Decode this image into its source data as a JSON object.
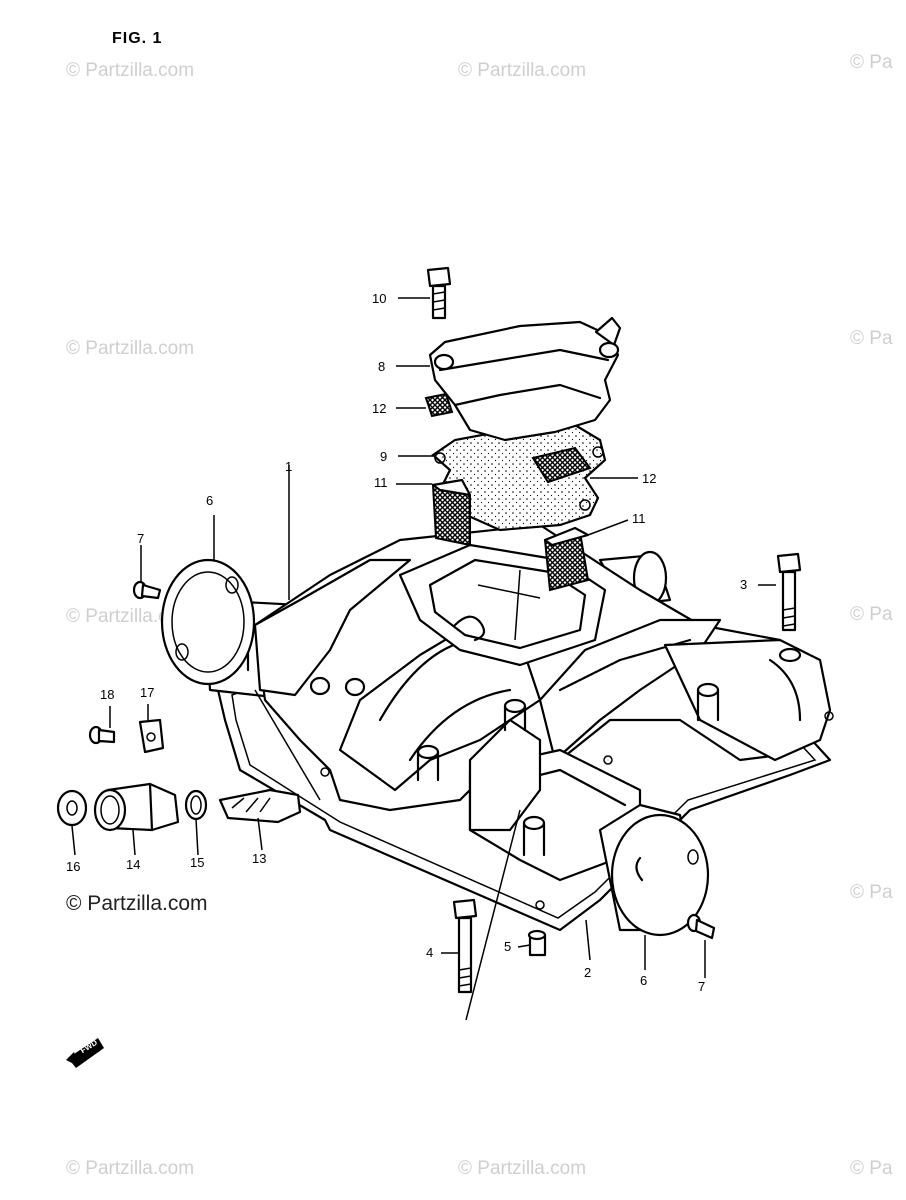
{
  "figure": {
    "title": "FIG. 1"
  },
  "watermark": {
    "text": "© Partzilla.com",
    "text_cut": "© Pa"
  },
  "labels": {
    "p1": "1",
    "p2": "2",
    "p3": "3",
    "p4": "4",
    "p5": "5",
    "p6a": "6",
    "p6b": "6",
    "p7a": "7",
    "p7b": "7",
    "p8": "8",
    "p9": "9",
    "p10": "10",
    "p11a": "11",
    "p11b": "11",
    "p12a": "12",
    "p12b": "12",
    "p13": "13",
    "p14": "14",
    "p15": "15",
    "p16": "16",
    "p17": "17",
    "p18": "18"
  },
  "fwd_marker": {
    "text": "FWD"
  }
}
